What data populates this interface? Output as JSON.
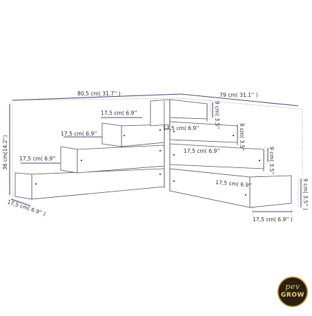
{
  "dimensions": {
    "overall_width": "80,5 cm( 31.7'' )",
    "overall_depth": "79 cm( 31.1'' )",
    "overall_height": "36 cm(14.2'')",
    "front_depth": "17,5 cm( 6.9'' )",
    "step_widths_left": [
      "17,5 cm( 6.9''",
      "17,5 cm( 6.9''",
      "17,5 cm( 6.9''"
    ],
    "step_widths_right": [
      "17,5 cm( 6.9''",
      "17,5 cm( 6.9''",
      "17,5 cm( 6.9''"
    ],
    "bottom_right_width": "17,5 cm( 6.9'' )",
    "step_heights": [
      "9 cm( 3.5''",
      "9 cm( 3.5''",
      "9 cm( 3.5''"
    ],
    "base_height": "9 cm( 3.5'' )"
  },
  "brand": {
    "logo_top": "pev",
    "logo_bottom": "GROW",
    "accent_color": "#c79a3a"
  }
}
